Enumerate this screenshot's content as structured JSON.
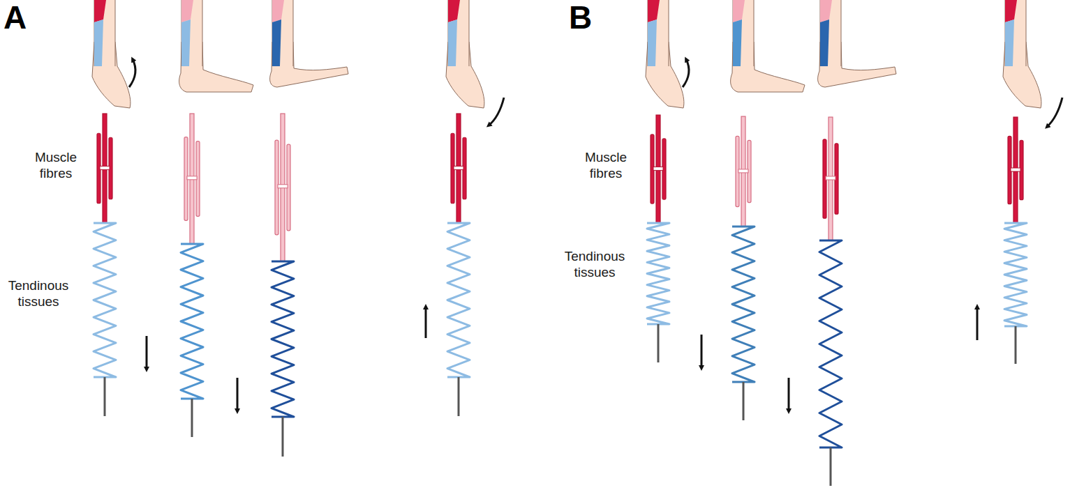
{
  "diagram": {
    "labels": [
      "A",
      "Muscle fibres",
      "Tendinous tissues",
      "B",
      "Muscle fibres",
      "Tendinous tissues"
    ]
  }
}
